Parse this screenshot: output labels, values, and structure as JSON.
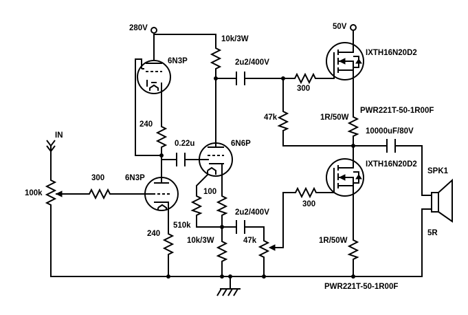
{
  "labels": {
    "v280": "280V",
    "v50": "50V",
    "r_10k_3w_top": "10k/3W",
    "c_2u2_top": "2u2/400V",
    "mos_top": "IXTH16N20D2",
    "r300_top": "300",
    "tube_6n3p_top": "6N3P",
    "r47k_left": "47k",
    "r1r50w_top": "1R/50W",
    "pwr_top": "PWR221T-50-1R00F",
    "c_10000u": "10000uF/80V",
    "r240_top": "240",
    "c_022u": "0.22u",
    "tube_6n6p": "6N6P",
    "in": "IN",
    "mos_bot": "IXTH16N20D2",
    "spk": "SPK1",
    "r100k": "100k",
    "r300_in": "300",
    "tube_6n3p_bot": "6N3P",
    "r100": "100",
    "r300_bot": "300",
    "c_2u2_bot": "2u2/400V",
    "r510k": "510k",
    "r240_bot": "240",
    "r_10k_3w_bot": "10k/3W",
    "r47k_pot": "47k",
    "r1r50w_bot": "1R/50W",
    "spk_r": "5R",
    "pwr_bot": "PWR221T-50-1R00F"
  }
}
